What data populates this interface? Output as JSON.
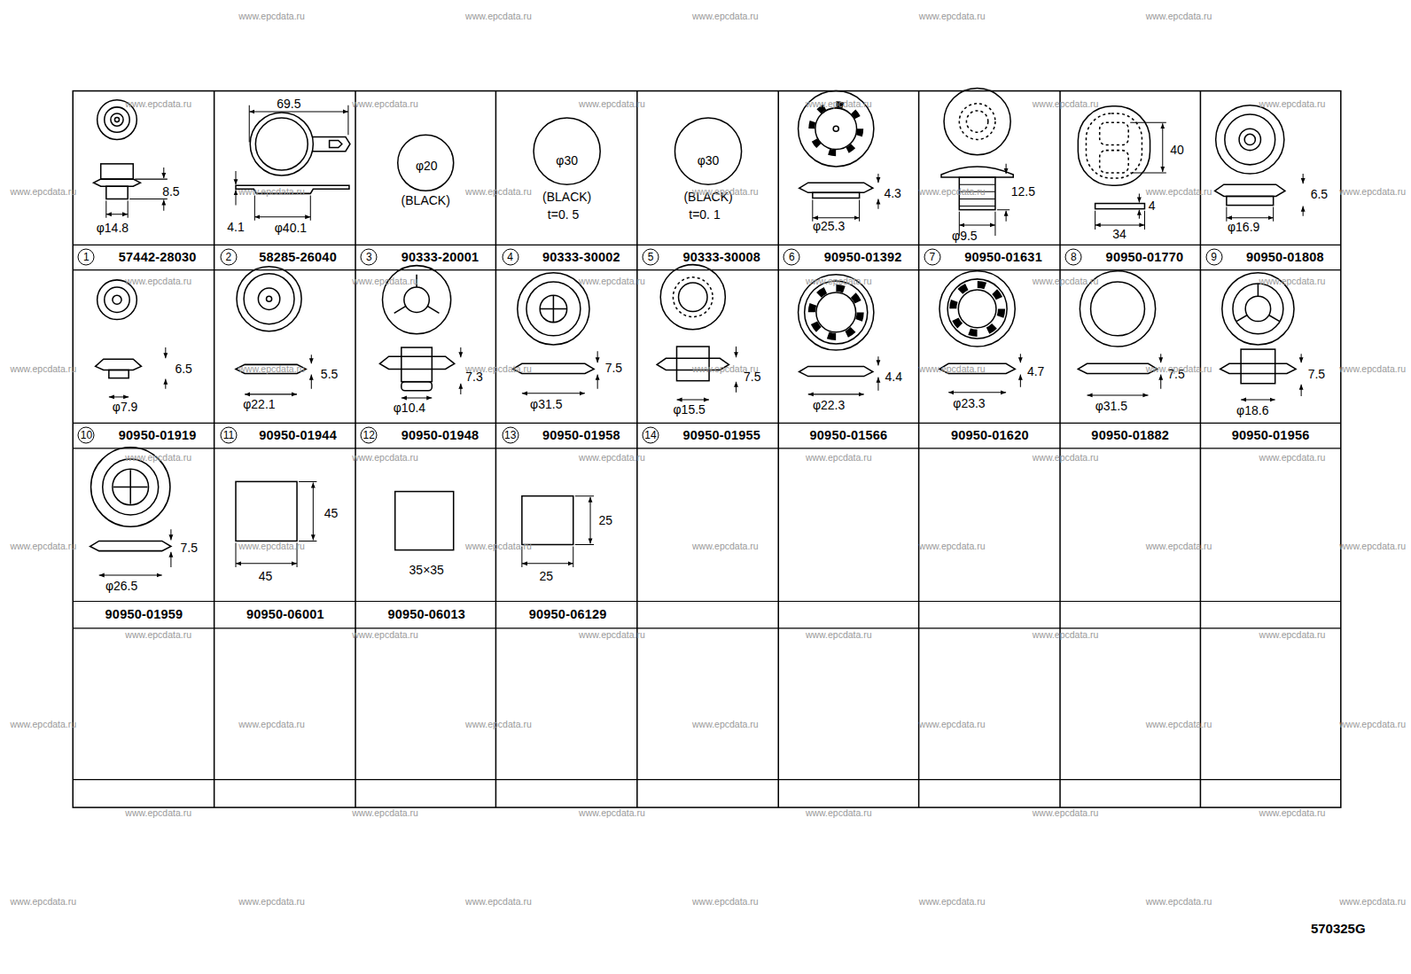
{
  "diagram": {
    "nodes": [
      {
        "text": [
          "8.5",
          "φ14.8",
          "1",
          "57442-28030"
        ]
      },
      {
        "text": [
          "69.5",
          "4.1",
          "φ40.1",
          "2",
          "58285-26040"
        ]
      },
      {
        "text": [
          "φ20",
          "(BLACK)",
          "3",
          "90333-20001"
        ]
      },
      {
        "text": [
          "φ30",
          "(BLACK)",
          "t=0. 5",
          "4",
          "90333-30002"
        ]
      },
      {
        "text": [
          "φ30",
          "(BLACK)",
          "t=0. 1",
          "5",
          "90333-30008"
        ]
      },
      {
        "text": [
          "4.3",
          "φ25.3",
          "6",
          "90950-01392"
        ]
      },
      {
        "text": [
          "12.5",
          "φ9.5",
          "7",
          "90950-01631"
        ]
      },
      {
        "text": [
          "40",
          "4",
          "34",
          "8",
          "90950-01770"
        ]
      },
      {
        "text": [
          "6.5",
          "φ16.9",
          "9",
          "90950-01808"
        ]
      },
      {
        "text": [
          "6.5",
          "φ7.9",
          "10",
          "90950-01919"
        ]
      },
      {
        "text": [
          "5.5",
          "φ22.1",
          "11",
          "90950-01944"
        ]
      },
      {
        "text": [
          "7.3",
          "φ10.4",
          "12",
          "90950-01948"
        ]
      },
      {
        "text": [
          "7.5",
          "φ31.5",
          "13",
          "90950-01958"
        ]
      },
      {
        "text": [
          "7.5",
          "φ15.5",
          "14",
          "90950-01955"
        ]
      },
      {
        "text": [
          "4.4",
          "φ22.3",
          "90950-01566"
        ]
      },
      {
        "text": [
          "4.7",
          "φ23.3",
          "90950-01620"
        ]
      },
      {
        "text": [
          "7.5",
          "φ31.5",
          "90950-01882"
        ]
      },
      {
        "text": [
          "7.5",
          "φ18.6",
          "90950-01956"
        ]
      },
      {
        "text": [
          "7.5",
          "φ26.5",
          "90950-01959"
        ]
      },
      {
        "text": [
          "45",
          "45",
          "90950-06001"
        ]
      },
      {
        "text": [
          "35×35",
          "90950-06013"
        ]
      },
      {
        "text": [
          "25",
          "25",
          "90950-06129"
        ]
      }
    ],
    "labels": [
      "www.epcdata.ru",
      "www.epcdata.ru",
      "www.epcdata.ru",
      "www.epcdata.ru",
      "www.epcdata.ru",
      "www.epcdata.ru",
      "www.epcdata.ru",
      "www.epcdata.ru",
      "www.epcdata.ru",
      "www.epcdata.ru",
      "www.epcdata.ru",
      "www.epcdata.ru",
      "www.epcdata.ru",
      "www.epcdata.ru",
      "www.epcdata.ru",
      "www.epcdata.ru",
      "www.epcdata.ru",
      "www.epcdata.ru",
      "www.epcdata.ru",
      "www.epcdata.ru",
      "www.epcdata.ru",
      "www.epcdata.ru",
      "www.epcdata.ru",
      "www.epcdata.ru",
      "www.epcdata.ru",
      "www.epcdata.ru",
      "www.epcdata.ru",
      "www.epcdata.ru",
      "www.epcdata.ru",
      "www.epcdata.ru",
      "www.epcdata.ru",
      "www.epcdata.ru",
      "www.epcdata.ru",
      "www.epcdata.ru",
      "www.epcdata.ru",
      "www.epcdata.ru",
      "www.epcdata.ru",
      "www.epcdata.ru",
      "www.epcdata.ru",
      "www.epcdata.ru",
      "www.epcdata.ru",
      "www.epcdata.ru",
      "www.epcdata.ru",
      "www.epcdata.ru",
      "www.epcdata.ru",
      "www.epcdata.ru",
      "www.epcdata.ru",
      "www.epcdata.ru",
      "www.epcdata.ru",
      "www.epcdata.ru",
      "www.epcdata.ru",
      "www.epcdata.ru",
      "www.epcdata.ru",
      "www.epcdata.ru",
      "www.epcdata.ru",
      "www.epcdata.ru",
      "www.epcdata.ru",
      "www.epcdata.ru",
      "www.epcdata.ru",
      "www.epcdata.ru",
      "www.epcdata.ru",
      "www.epcdata.ru",
      "www.epcdata.ru",
      "www.epcdata.ru",
      "www.epcdata.ru",
      "www.epcdata.ru",
      "www.epcdata.ru",
      "www.epcdata.ru",
      "www.epcdata.ru",
      "www.epcdata.ru",
      "570325G"
    ]
  }
}
